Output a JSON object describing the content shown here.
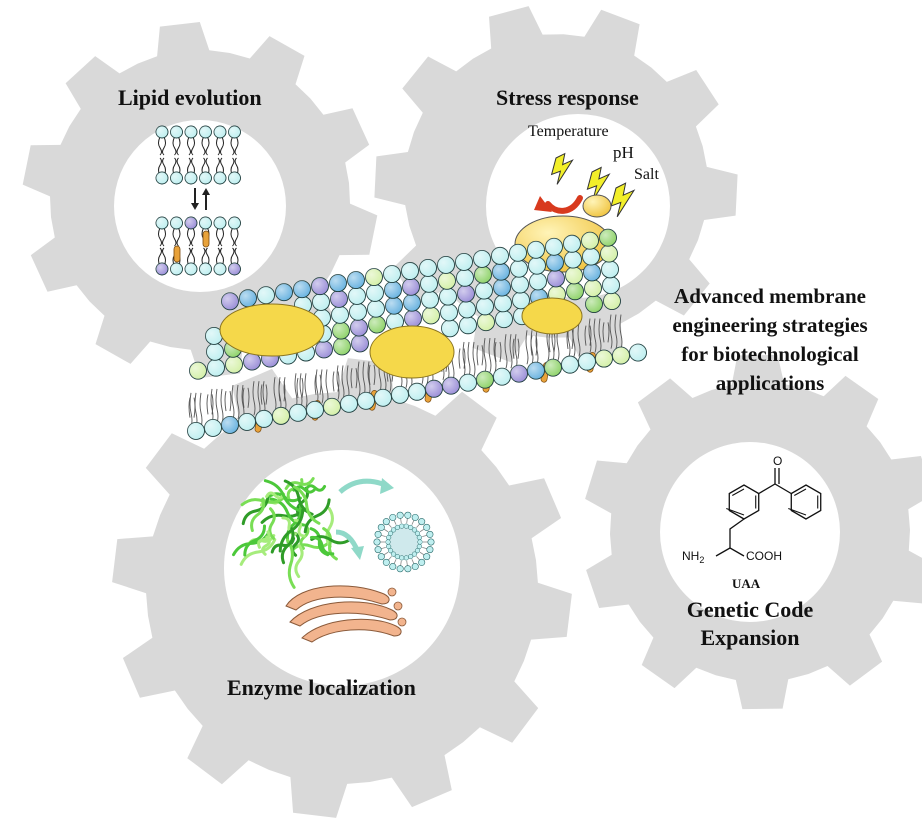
{
  "panels": {
    "lipid_evolution": {
      "title": "Lipid evolution"
    },
    "stress_response": {
      "title": "Stress response",
      "stressors": [
        "Temperature",
        "pH",
        "Salt"
      ]
    },
    "enzyme_localization": {
      "title": "Enzyme localization"
    },
    "genetic_code_expansion": {
      "title_line1": "Genetic Code",
      "title_line2": "Expansion",
      "molecule_label": "UAA",
      "amine_label": "NH",
      "amine_subscript": "2",
      "acid_label": "COOH"
    }
  },
  "central_title": {
    "lines": [
      "Advanced membrane",
      "engineering strategies",
      "for biotechnological",
      "applications"
    ]
  },
  "colors": {
    "gear": "#d9d9d9",
    "head_cyan": "#bfeff0",
    "head_green": "#8fd36a",
    "head_lightgreen": "#d4f0a8",
    "head_blue": "#69b3e0",
    "head_purple": "#9b8fd8",
    "protein_yellow": "#f5d84a",
    "cholesterol_orange": "#e8a23a",
    "lightning_yellow": "#f2ef2a",
    "arrow_red": "#d83a1e",
    "arrow_teal": "#8fd9c8",
    "yeast_yellow": "#f3c84a",
    "golgi_peach": "#f2b48e"
  }
}
